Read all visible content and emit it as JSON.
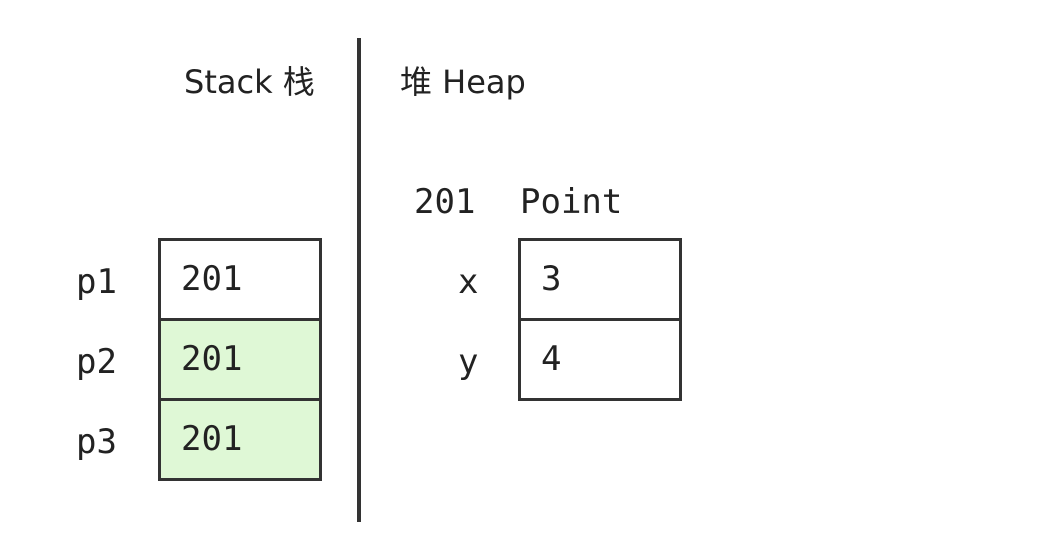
{
  "stack": {
    "title": "Stack 栈",
    "rows": [
      {
        "name": "p1",
        "value": "201"
      },
      {
        "name": "p2",
        "value": "201"
      },
      {
        "name": "p3",
        "value": "201"
      }
    ]
  },
  "heap": {
    "title": "堆 Heap",
    "object": {
      "address": "201",
      "type": "Point",
      "fields": [
        {
          "name": "x",
          "value": "3"
        },
        {
          "name": "y",
          "value": "4"
        }
      ]
    }
  },
  "colors": {
    "border": "#333333",
    "alias_highlight": "#dff8d6",
    "text": "#222222"
  }
}
